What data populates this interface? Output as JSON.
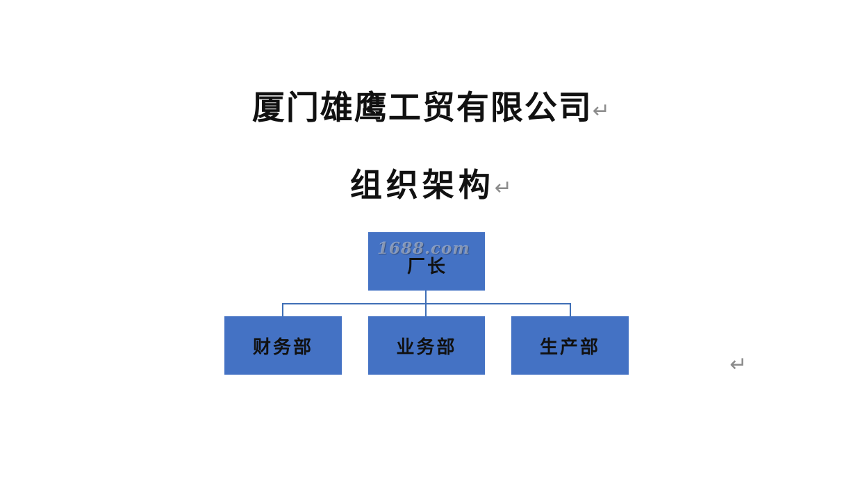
{
  "document": {
    "company_title": "厦门雄鹰工贸有限公司",
    "section_title": "组织架构",
    "paragraph_mark": "↵"
  },
  "org_chart": {
    "root": "厂长",
    "departments": [
      "财务部",
      "业务部",
      "生产部"
    ],
    "box_color": "#4472c4",
    "line_color": "#3f6fb6"
  },
  "watermark": {
    "text": "1688.com"
  }
}
